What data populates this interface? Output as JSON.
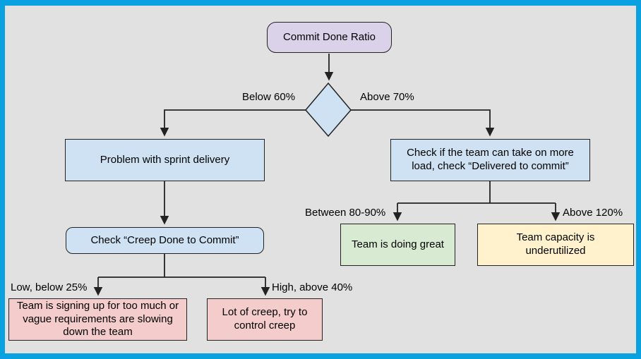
{
  "diagram": {
    "title": "Commit Done Ratio flowchart",
    "nodes": {
      "start": {
        "label": "Commit Done Ratio",
        "shape": "rounded-rect",
        "fill": "#d9d2e9"
      },
      "decision": {
        "label": "",
        "shape": "diamond",
        "fill": "#cfe2f3"
      },
      "problem": {
        "label": "Problem with sprint delivery",
        "shape": "rect",
        "fill": "#cfe2f3"
      },
      "check_creep": {
        "label": "Check “Creep Done to Commit”",
        "shape": "rounded-rect",
        "fill": "#cfe2f3"
      },
      "check_load": {
        "label": "Check if the team can take on more load, check “Delivered to commit”",
        "shape": "rect",
        "fill": "#cfe2f3"
      },
      "too_much": {
        "label": "Team is signing up for too much or vague requirements are slowing down the team",
        "shape": "rect",
        "fill": "#f4cccc"
      },
      "lot_creep": {
        "label": "Lot of creep, try to control creep",
        "shape": "rect",
        "fill": "#f4cccc"
      },
      "great": {
        "label": "Team is doing great",
        "shape": "rect",
        "fill": "#d9ead3"
      },
      "underutilized": {
        "label": "Team capacity is underutilized",
        "shape": "rect",
        "fill": "#fff2cc"
      }
    },
    "edge_labels": {
      "below_60": "Below 60%",
      "above_70": "Above 70%",
      "low_25": "Low, below 25%",
      "high_40": "High, above 40%",
      "between_80": "Between 80-90%",
      "above_120": "Above 120%"
    },
    "colors": {
      "frame_border": "#09a1e0",
      "background": "#e1e1e1",
      "line": "#222222",
      "text": "#000000"
    }
  }
}
